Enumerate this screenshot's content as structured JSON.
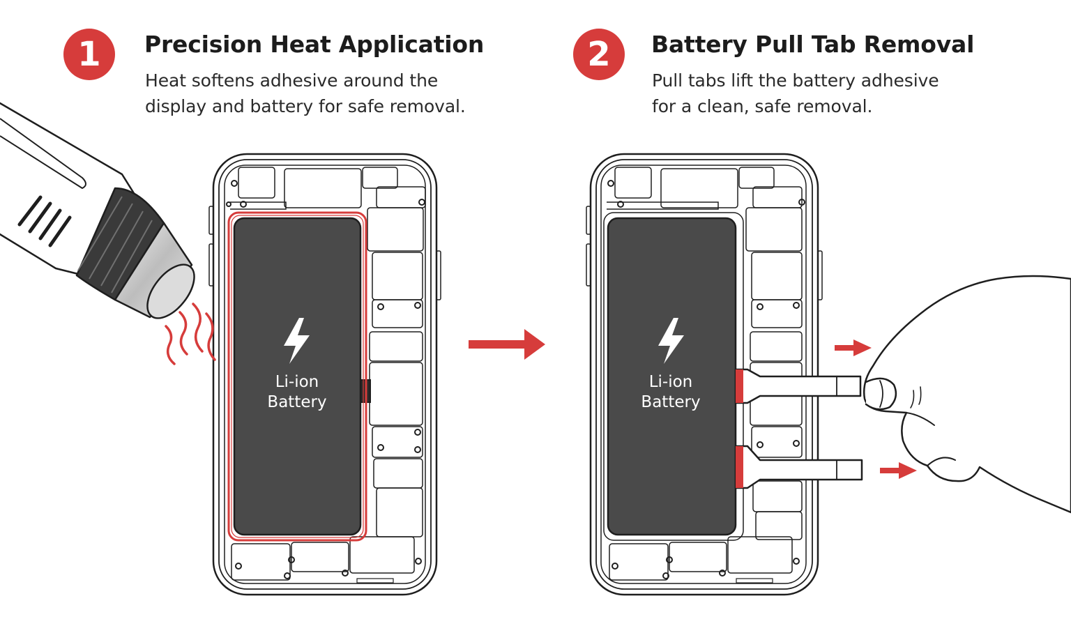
{
  "steps": [
    {
      "number": "1",
      "title": "Precision Heat Application",
      "description_line1": "Heat softens adhesive around the",
      "description_line2": "display and battery for safe removal."
    },
    {
      "number": "2",
      "title": "Battery Pull Tab Removal",
      "description_line1": "Pull tabs lift the battery adhesive",
      "description_line2": "for a clean, safe removal."
    }
  ],
  "battery": {
    "line1": "Li-ion",
    "line2": "Battery"
  },
  "colors": {
    "accent_red": "#d63c3b",
    "battery_fill": "#4a4a4a",
    "outline": "#1e1e1e"
  },
  "icons": [
    "heat-gun-icon",
    "heat-wave-icon",
    "lightning-bolt-icon",
    "arrow-right-icon",
    "hand-icon",
    "pull-tab-icon"
  ]
}
